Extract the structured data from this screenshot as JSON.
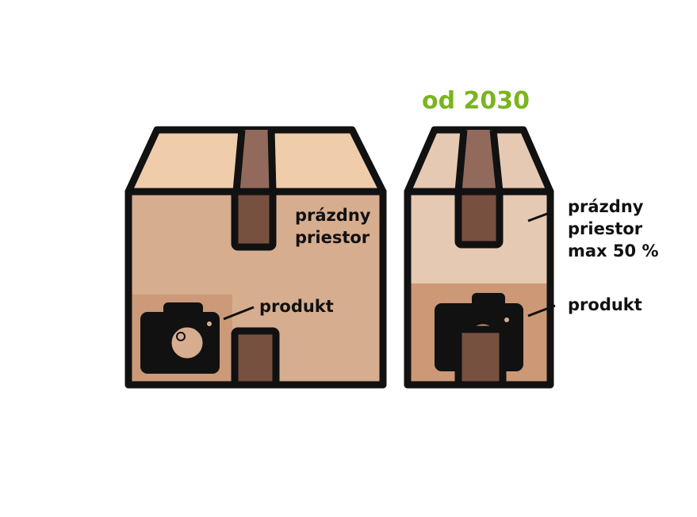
{
  "heading": "od 2030",
  "box_current": {
    "empty_space_label": [
      "prázdny",
      "priestor"
    ],
    "product_label": "produkt"
  },
  "box_2030": {
    "empty_space_label": [
      "prázdny",
      "priestor",
      "max 50 %"
    ],
    "product_label": "produkt"
  },
  "colors": {
    "heading_green": "#7ab51d",
    "outline": "#111111",
    "box_front_current": "#d7ad8f",
    "box_top_current": "#efccaa",
    "box_front_2030_empty": "#e6c9b3",
    "box_top_2030": "#e6c9b3",
    "box_front_2030_product": "#cd9876",
    "product_zone_current": "#cc9a78",
    "tape": "#78503f",
    "tape_top": "#926a5c",
    "camera": "#111111",
    "camera_lens": "#d7ad8f"
  },
  "icons": [
    "camera-icon",
    "camera-icon"
  ]
}
